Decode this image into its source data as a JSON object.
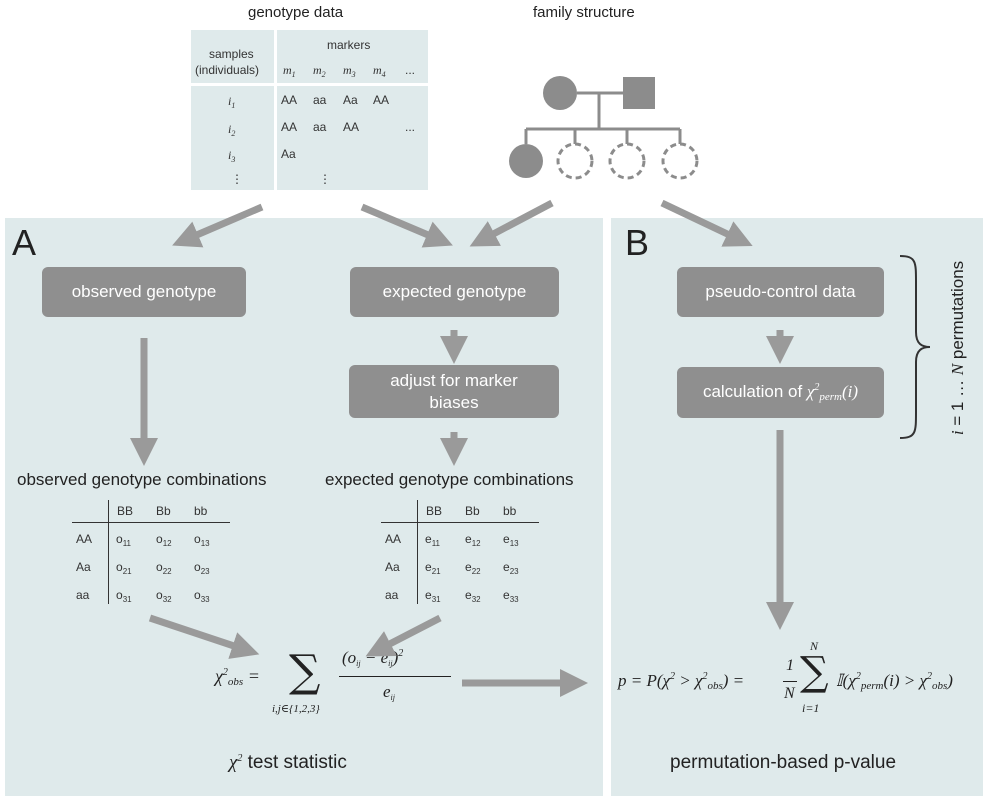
{
  "top": {
    "genotype_title": "genotype data",
    "family_title": "family structure",
    "samples_label": "samples",
    "individuals_label": "(individuals)",
    "markers_label": "markers",
    "markers": [
      "m1",
      "m2",
      "m3",
      "m4",
      "..."
    ],
    "individuals": [
      "i1",
      "i2",
      "i3",
      "⋮"
    ],
    "genotype_rows": [
      [
        "AA",
        "aa",
        "Aa",
        "AA",
        ""
      ],
      [
        "AA",
        "aa",
        "AA",
        "",
        "..."
      ],
      [
        "Aa",
        "",
        "",
        "",
        ""
      ],
      [
        "",
        "⋮",
        "",
        "",
        ""
      ]
    ]
  },
  "panelA": {
    "letter": "A",
    "observed_box": "observed genotype",
    "expected_box": "expected genotype",
    "adjust_box_line1": "adjust for marker",
    "adjust_box_line2": "biases",
    "observed_combos_title": "observed genotype combinations",
    "expected_combos_title": "expected genotype combinations",
    "col_headers": [
      "BB",
      "Bb",
      "bb"
    ],
    "row_headers": [
      "AA",
      "Aa",
      "aa"
    ],
    "observed_cells": [
      [
        "o11",
        "o12",
        "o13"
      ],
      [
        "o21",
        "o22",
        "o23"
      ],
      [
        "o31",
        "o32",
        "o33"
      ]
    ],
    "expected_cells": [
      [
        "e11",
        "e12",
        "e13"
      ],
      [
        "e21",
        "e22",
        "e23"
      ],
      [
        "e31",
        "e32",
        "e33"
      ]
    ],
    "formula_lhs": "χ²obs =",
    "formula_sum_index": "i,j∈{1,2,3}",
    "formula_numerator": "(oij − eij)²",
    "formula_denominator": "eij",
    "caption": "χ² test statistic"
  },
  "panelB": {
    "letter": "B",
    "pseudo_box": "pseudo-control data",
    "calc_box": "calculation of χ²perm(i)",
    "permutations_label": "i = 1 … N permutations",
    "pvalue_formula": "p = P(χ² > χ²obs) = 1/N Σ 𝕀(χ²perm(i) > χ²obs)",
    "pvalue_sum_top": "N",
    "pvalue_sum_bottom": "i=1",
    "caption": "permutation-based p-value"
  },
  "colors": {
    "panel_bg": "#dfeaeb",
    "box_bg": "#8f8f8f",
    "arrow": "#9a9a9a",
    "family_fill": "#8c8c8c"
  }
}
